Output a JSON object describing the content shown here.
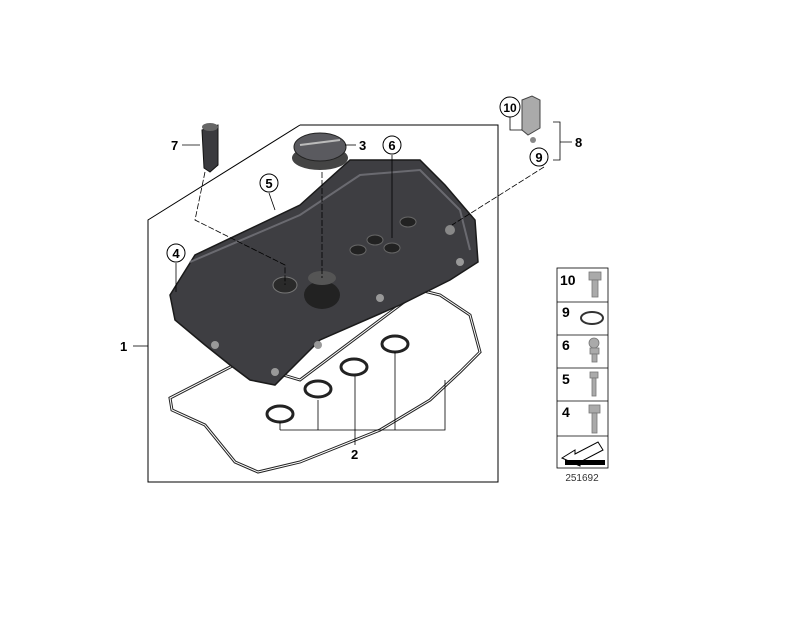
{
  "diagram": {
    "callouts": {
      "c1": "1",
      "c2": "2",
      "c3": "3",
      "c4": "4",
      "c5": "5",
      "c6": "6",
      "c7": "7",
      "c8": "8",
      "c9": "9",
      "c10": "10"
    },
    "legend_cells": [
      "10",
      "9",
      "6",
      "5",
      "4"
    ],
    "reference_number": "251692"
  }
}
